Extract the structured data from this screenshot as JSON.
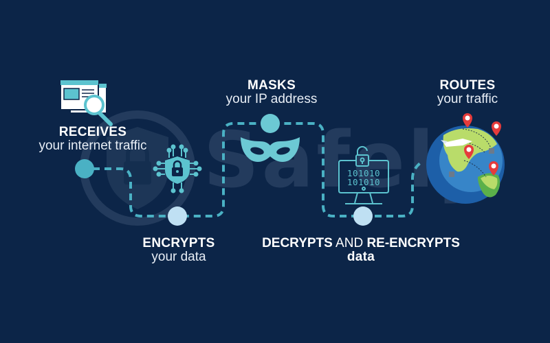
{
  "background_color": "#0c2548",
  "accent_colors": {
    "teal": "#5cc3cf",
    "light_blue": "#bfe0f3",
    "path_dash": "#4ab1c4"
  },
  "watermark": {
    "text": "Safely"
  },
  "steps": [
    {
      "id": "receives",
      "title": "RECEIVES",
      "subtitle": "your internet traffic",
      "icon": "browser-search-icon"
    },
    {
      "id": "encrypts",
      "title": "ENCRYPTS",
      "subtitle": "your data",
      "icon": "shield-lock-circuit-icon"
    },
    {
      "id": "masks",
      "title": "MASKS",
      "subtitle": "your IP address",
      "icon": "mask-icon"
    },
    {
      "id": "decrypts",
      "title_bold_1": "DECRYPTS",
      "title_mid": " AND ",
      "title_bold_2": "RE-ENCRYPTS",
      "subtitle": "data",
      "icon": "computer-unlock-binary-icon"
    },
    {
      "id": "routes",
      "title": "ROUTES",
      "subtitle": "your traffic",
      "icon": "globe-map-pins-icon"
    }
  ],
  "binary_lines": [
    "101010",
    "101010"
  ]
}
